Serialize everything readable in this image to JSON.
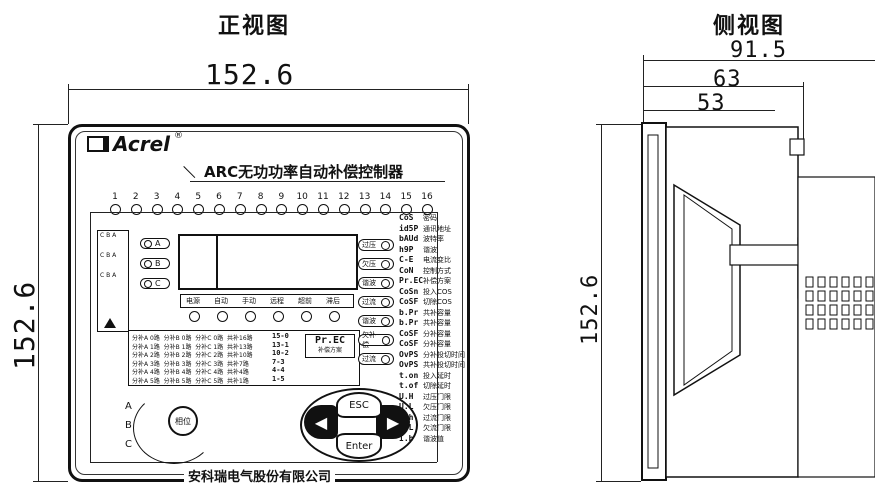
{
  "titles": {
    "front": "正视图",
    "side": "侧视图"
  },
  "dims": {
    "front_width": "152.6",
    "front_height": "152.6",
    "side_height": "152.6",
    "side_d1": "91.5",
    "side_d2": "63",
    "side_d3": "53"
  },
  "panel": {
    "brand": "Acrel",
    "model": "ARC无功功率自动补偿控制器",
    "company": "安科瑞电气股份有限公司",
    "leds": [
      "1",
      "2",
      "3",
      "4",
      "5",
      "6",
      "7",
      "8",
      "9",
      "10",
      "11",
      "12",
      "13",
      "14",
      "15",
      "16"
    ],
    "phases": [
      "A",
      "B",
      "C"
    ],
    "status_labels": [
      "电源",
      "自动",
      "手动",
      "远程",
      "超前",
      "滞后"
    ],
    "right_buttons": [
      "过压",
      "欠压",
      "谐波",
      "过流",
      "谐波",
      "欠补偿",
      "过流"
    ],
    "codes": [
      {
        "code": "CoS",
        "text": "密码"
      },
      {
        "code": "id5P",
        "text": "通讯地址"
      },
      {
        "code": "bAUd",
        "text": "波特率"
      },
      {
        "code": "h9P",
        "text": "谐波"
      },
      {
        "code": "C-E",
        "text": "电流变比"
      },
      {
        "code": "CoN",
        "text": "控制方式"
      },
      {
        "code": "Pr.EC",
        "text": "补偿方案"
      },
      {
        "code": "CoSn",
        "text": "投入COS"
      },
      {
        "code": "CoSF",
        "text": "切除COS"
      },
      {
        "code": "b.Pr",
        "text": "共补容量"
      },
      {
        "code": "b.Pr",
        "text": "共补容量"
      },
      {
        "code": "CoSF",
        "text": "分补容量"
      },
      {
        "code": "CoSF",
        "text": "分补容量"
      },
      {
        "code": "OvPS",
        "text": "分补投切时间"
      },
      {
        "code": "OvPS",
        "text": "共补投切时间"
      },
      {
        "code": "t.on",
        "text": "投入延时"
      },
      {
        "code": "t.of",
        "text": "切除延时"
      },
      {
        "code": "U.H",
        "text": "过压门限"
      },
      {
        "code": "U.L",
        "text": "欠压门限"
      },
      {
        "code": "I.h",
        "text": "过流门限"
      },
      {
        "code": "I.L",
        "text": "欠流门限"
      },
      {
        "code": "I.b",
        "text": "谐波值"
      }
    ],
    "table_rows": [
      "分补A 0路  分补B 0路  分补C 0路  共补16路",
      "分补A 1路  分补B 1路  分补C 1路  共补13路",
      "分补A 2路  分补B 2路  分补C 2路  共补10路",
      "分补A 3路  分补B 3路  分补C 3路  共补7路",
      "分补A 4路  分补B 4路  分补C 4路  共补4路",
      "分补A 5路  分补B 5路  分补C 5路  共补1路"
    ],
    "table_codes": [
      "15-0",
      "13-1",
      "10-2",
      "7-3",
      "4-4",
      "1-5"
    ],
    "pr_ec": "Pr.EC",
    "pr_ec_sub": "补偿方案",
    "phase_button": "相位",
    "esc": "ESC",
    "enter": "Enter"
  }
}
